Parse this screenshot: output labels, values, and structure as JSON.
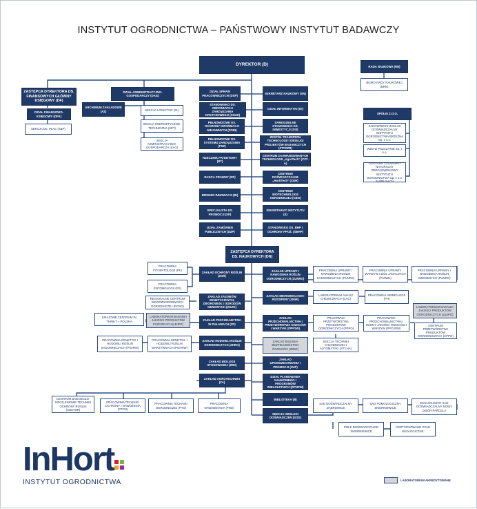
{
  "title": "INSTYTUT OGRODNICTWA – PAŃSTWOWY INSTYTUT BADAWCZY",
  "logo": {
    "name": "InHort",
    "sub": "INSTYTUT OGRODNICTWA"
  },
  "legend": {
    "label": "LABORATORIUM AKREDYTOWANE"
  },
  "colors": {
    "navy": "#203a67",
    "border": "#2a4b80",
    "accredited": "#d4d5d8",
    "logo_squares": [
      "#d4202e",
      "#7bb33b",
      "#f6a21a",
      "#a5288a"
    ]
  },
  "boxes": {
    "dyrektor": "DYREKTOR (D)",
    "rada": "RADA NAUKOWA (RN)",
    "biuro_rady": "BIURO RADY NAUKOWEJ (BRN)",
    "spolki": "SPÓŁKI Z.O.O.",
    "sp1": "SADOWNICZY ZAKŁAD DOŚWIADCZALNY INSTYTUTU OGRODNICTWA BRZEZNA Sp. z o.o.",
    "sp2": "WZD W PSZCZYNIE Sp. z o.o.",
    "sp3": "OŚRODEK ZATARNIKO NATURALNY ZDROJOWISKOWY INSTYTUTU OGRODNICTWA Sp. z o.o. W PRUSACH",
    "zdf": "ZASTĘPCA DYREKTORA DS. FINANSOWYCH GŁÓWNY KSIĘGOWY (DF)",
    "dfk": "DZIAŁ FINANSOWO-KSIĘGOWY (DFK)",
    "splac": "SEKCJA DS. PŁAC (S&P)",
    "das": "DZIAŁ ADMINISTRACYJNO-GOSPODARCZY (DAG)",
    "archiwum": "ARCHIWUM ZAKŁADOWE (AZ)",
    "sl": "SEKCJA LOGISTYKI (SL)",
    "set": "SEKCJA ENERGETYCZNO-TECHNICZNA (SET)",
    "sag": "SEKCJA ADMINISTRACYJNO-GOSPODARCZA (SAG)",
    "l1": "DZIAŁ SPRAW PRACOWNICZYCH (DSP)",
    "l2": "STANOWISKO DS. OBRONNYCH I ZARZĄDZANIA KRYZYSOWEGO (SOZK)",
    "l3": "PEŁNOMOCNIK DS. OCHRONY INFORMACJI NIEJAWNYCH (POIN)",
    "l4": "PEŁNOMOCNIK DS. SYSTEMU ZARZĄDZANIA (PSZ)",
    "l5": "RZECZNIK PATENTOWY (RT)",
    "l6": "RADCA PRAWNY (RP)",
    "l7": "BROKER INNOWACJI (BI)",
    "l8": "SPECJALISTA DS. PROMOCJI (SP)",
    "l9": "DZIAŁ ZAMÓWIEŃ PUBLICZNYCH (DZP)",
    "r1": "SEKRETARZ NAUKOWY (SN)",
    "r2": "DZIAŁ INFORMATYKI (DI)",
    "r3": "SAMODZIELNE STANOWISKO DS. INWESTYCJI (SSI)",
    "r4": "ZESPÓŁ TRANSFERU TECHNOLOGII I OBSŁUGI PROJEKTÓW BADAWCZYCH (ZTTOPB)",
    "r5": "CENTRUM ZAAWANSOWANYCH TECHNOLOGII „AgroTech” (CZT-A)",
    "r6": "CENTRUM DOŚWIADCZALNE „HortiTech” (CDH)",
    "r7": "CENTRUM BIOTECHNOLOGII OGRODNICZEJ (CBO)",
    "r8": "SEKRETARIAT INSTYTUTU (S)",
    "r9": "STANOWISKO DS. BHP I OCHRONY PPOŻ. (SBHP)",
    "zdn": "ZASTĘPCA DYREKTORA DS. NAUKOWYCH (DN)",
    "zor": "ZAKŁAD OCHRONY ROŚLIN (ZOR)",
    "pfit": "PRACOWNIA FITOPATOLOGII (PF)",
    "pent": "PRACOWNIA ENTOMOLOGII (PE)",
    "rcbo": "REGIONALNE CENTRUM BIORÓŻNORODNOŚCI OGRODNICZEJ (RCBO)",
    "zzo": "ZAKŁAD ZASOBÓW GENETYCZNYCH, ZBIOROWISK I OGRODÓW GENOWYCH (ZGZO)",
    "kcrp": "KRAJOWE CENTRUM IN THINKT – POLSKA",
    "ljpp": "LABORATORIUM BADANIA JAKOŚCI PRODUKTÓW PSZCZELICH (LBJPP)",
    "zpz": "ZAKŁAD PSZCZELNICTWA W PUŁAWACH (ZP)",
    "pgs": "PRACOWNIA GENETYKI I HODOWLI ROŚLIN SADOWNICZYCH (PGHRS)",
    "pgw": "PRACOWNIA GENETYKI I HODOWLI ROŚLIN WARZYWNYCH (PGHRW)",
    "zho": "ZAKŁAD HODOWLI ROŚLIN OGRODNICZYCH (ZHRO)",
    "zbs": "ZAKŁAD BIOLOGII STOSOWANEJ (ZBS)",
    "zaz": "ZAKŁAD AGROTECHNIKI (ZA)",
    "cbsr": "CENTRUM BADAWCZO-SZKOLENIOWE TECHNIKI OCHRONY ROŚLIN (CBSTOR)",
    "pto": "PRACOWNIA TECHNIKI OCHRONY I NAWOŻENIA (PTON)",
    "ptcc": "PRACOWNIA TECHNIKI OGRODNICZEJ (PTO)",
    "pnaw": "PRACOWNIA NAWADNIANIA (PNw)",
    "zuo": "ZAKŁAD UPRAWY I NAWOŻENIA ROŚLIN OGRODNICZYCH (ZUNRO)",
    "puws": "PRACOWNIA UPRAWY I NAWOŻENIA ROŚLIN SADOWNICZYCH (PUNRS)",
    "puwz": "PRACOWNIA UPRAWY WARZYW I ZIÓŁ JADALNYCH (PUWZJ)",
    "punro": "PRACOWNIA UPRAWY I NAWOŻENIA ROŚLIN OZDOBNYCH (PUNRO)",
    "zmik": "ZAKŁAD MIKROBIOLOGII I RIZOSFERY (ZMiR)",
    "lac": "LABORATORIUM ANALIZ CHEMICZNYCH (LAC)",
    "ph": "PRACOWNIA HERBOLOGII (PH)",
    "zpo": "ZAKŁAD PRZECHOWALNICTWA I PRZETWÓRSTWA OWOCÓW I WARZYW (ZPPOW)",
    "ppp": "PRACOWNIA PRZETWÓRSTWA PRODUKTÓW OGRODNICZYCH (PPPO)",
    "pzpo": "PRACOWNIA PRZECHOWALNICTWA I OCENY JAKOŚCI OWOCÓW I WARZYW (PPOJOW)",
    "ljpo": "LABORATORIUM BADANIA JAKOŚCI PRODUKTÓW OGRODNICZYCH (LBJPO)",
    "cppo": "CENTRUM PRZETWÓRSTWA PRODUKTÓW OGRODNICZYCH (CPPO)",
    "stch": "SEKCJA TECHNIKI CHŁODNICZEJ I AUTOMATYKI (STCHA)",
    "zbbz": "ZAKŁAD BADANIA BEZPIECZEŃSTWA ŻYWNOŚCI (ZBBZ)",
    "zup": "ZAKŁAD UPOWSZECHNIANIA I PROMOCJI (ZUP)",
    "dpn": "DZIAŁ PLANOWANIA NAUKOWEGO I PROGRAMÓW WIELOLETNICH (DPNPW)",
    "bib": "BIBLIOTEKA (B)",
    "sobs": "SEKCJA OBSŁUGI DOŚWIADCZEŃ (SOD)",
    "sdo": "SAD DOŚWIADCZALNY DĄBROWICE",
    "spom": "SAD POMOLOGICZNY SKIERNIEWICE",
    "sbio": "EKOLOGICZNY SAD DOŚWIADCZALNY NOWY DWÓR PARCELA",
    "pdos": "POLE DOŚWIADCZALNE SKIERNIEWICE",
    "cpol": "CERTYFIKOWANE POLE EKOLOGICZNE"
  }
}
